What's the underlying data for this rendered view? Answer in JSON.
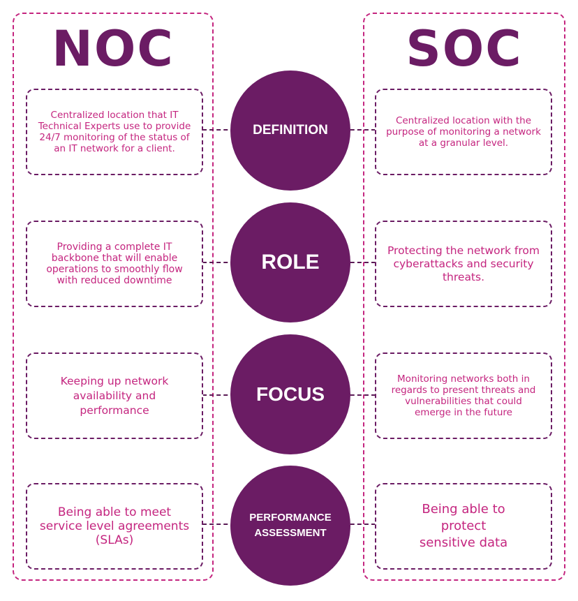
{
  "columns": {
    "left_title": "NOC",
    "right_title": "SOC"
  },
  "rows": [
    {
      "label": "DEFINITION",
      "noc": "Centralized location that IT Technical Experts use to provide 24/7 monitoring of the status of an IT network for a client.",
      "soc": "Centralized location with the purpose of monitoring a network at a granular level."
    },
    {
      "label": "ROLE",
      "noc": "Providing a complete IT backbone that will enable operations to smoothly flow with reduced downtime",
      "soc": "Protecting the network from cyberattacks and security threats."
    },
    {
      "label": "FOCUS",
      "noc": "Keeping up network availability and performance",
      "soc": "Monitoring networks both in regards to present threats and vulnerabilities that could emerge in the future"
    },
    {
      "label": "PERFORMANCE\nASSESSMENT",
      "noc": "Being able to meet service level agreements (SLAs)",
      "soc": "Being able to protect sensitive data"
    }
  ],
  "colors": {
    "accent_purple": "#6b1c64",
    "accent_magenta": "#c4257f",
    "background": "#ffffff"
  }
}
